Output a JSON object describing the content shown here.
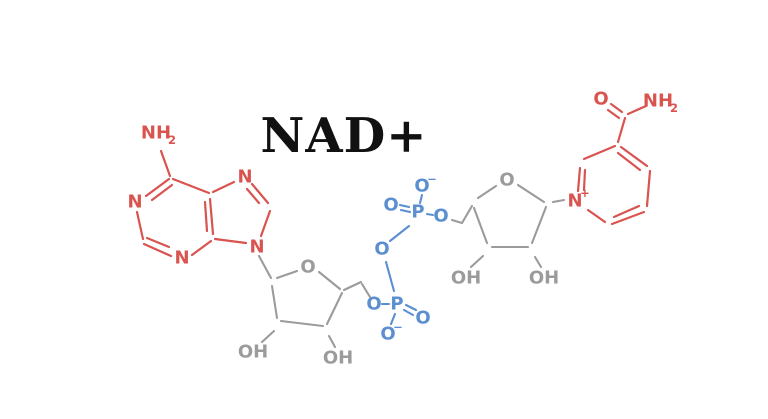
{
  "title": "NAD+",
  "colors": {
    "base": "#d9534f",
    "sugar": "#9b9b9b",
    "phosphate": "#5b8fd0",
    "title": "#111111"
  },
  "adenine": {
    "nh2": "NH",
    "nh2_sub": "2",
    "n1": "N",
    "n3": "N",
    "n7": "N",
    "n9": "N"
  },
  "ribose_left": {
    "ring_o": "O",
    "oh_a": "OH",
    "oh_b": "OH"
  },
  "pyrophosphate": {
    "p_top": "P",
    "p_top_o_minus": "O",
    "p_top_minus": "−",
    "p_top_dbl_o": "O",
    "p_top_ester_o": "O",
    "bridge_o": "O",
    "p_bottom": "P",
    "p_bottom_o_minus": "O",
    "p_bottom_minus": "−",
    "p_bottom_dbl_o": "O",
    "p_bottom_ester_o": "O"
  },
  "ribose_right": {
    "ring_o": "O",
    "oh_a": "OH",
    "oh_b": "OH"
  },
  "nicotinamide": {
    "n": "N",
    "n_charge": "+",
    "amide_o": "O",
    "amide_nh2": "NH",
    "amide_nh2_sub": "2"
  }
}
